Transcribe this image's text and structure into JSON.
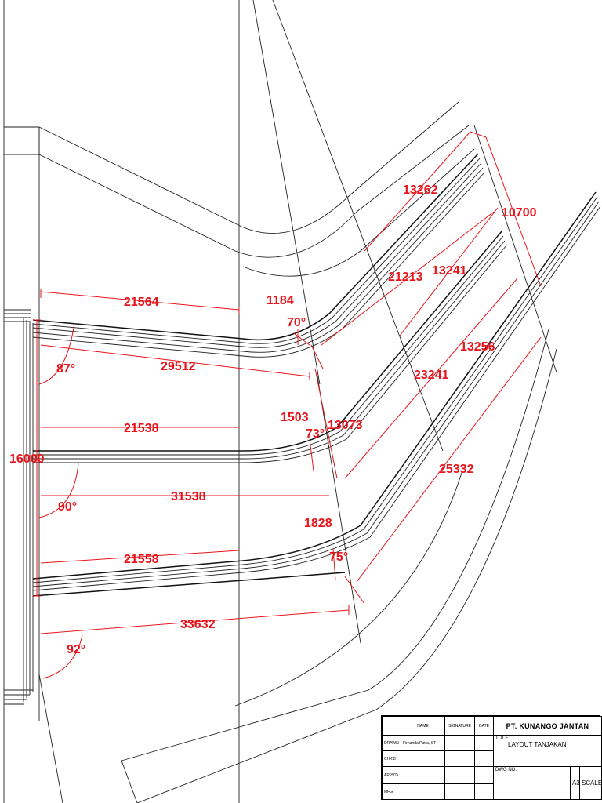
{
  "dimensions": {
    "d21564": "21564",
    "d29512": "29512",
    "d1184": "1184",
    "d70": "70°",
    "d87": "87°",
    "d13262": "13262",
    "d10700": "10700",
    "d21213": "21213",
    "d13241": "13241",
    "d13256": "13256",
    "d23241": "23241",
    "d21538": "21538",
    "d1503": "1503",
    "d73": "73°",
    "d13073": "13073",
    "d16000": "16000",
    "d90": "90°",
    "d31538": "31538",
    "d25332": "25332",
    "d1828": "1828",
    "d75": "75°",
    "d21558": "21558",
    "d33632": "33632",
    "d92": "92°"
  },
  "title_block": {
    "col_name": "NAME",
    "col_signature": "SIGNATURE",
    "col_date": "DATE",
    "company": "PT. KUNANGO JANTAN",
    "drawn_label": "DRAWN",
    "drawn_name": "Firnanda Putra, ST",
    "chkd_label": "CHK'D",
    "appvd_label": "APPV'D",
    "mfg_label": "MFG",
    "title_label": "TITLE :",
    "title_value": "LAYOUT TANJAKAN",
    "dwg_label": "DWG NO.",
    "size": "A3",
    "scale_label": "SCALE : -"
  },
  "colors": {
    "dimension": "#e8141b",
    "linework": "#222222"
  }
}
